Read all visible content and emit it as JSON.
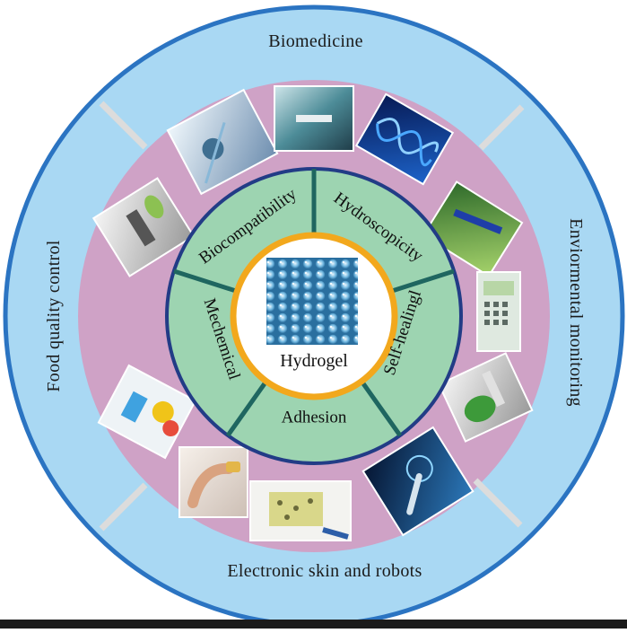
{
  "center": {
    "label": "Hydrogel"
  },
  "properties": [
    {
      "label": "Hydroscopicity"
    },
    {
      "label": "Self-healingl"
    },
    {
      "label": "Adhesion"
    },
    {
      "label": "Mechemical"
    },
    {
      "label": "Biocompatibility"
    }
  ],
  "applications": [
    {
      "label": "Biomedicine"
    },
    {
      "label": "Enviormental monitoring"
    },
    {
      "label": "Electronic skin and robots"
    },
    {
      "label": "Food quality control"
    }
  ],
  "colors": {
    "outer_ring": "#a9d8f3",
    "outer_border": "#2b74c2",
    "pink_ring": "#cfa2c6",
    "green_ring": "#9dd4b1",
    "green_border": "#1f6660",
    "inner_border": "#223c86",
    "gold_ring": "#f2a81d",
    "center_fill": "#ffffff"
  },
  "icons": [
    "hydrogel-beads-image",
    "surgery-photo",
    "dna-helix-image",
    "lab-tech-photo",
    "microscope-photo",
    "pipette-photo",
    "sensor-device-photo",
    "plant-sample-photo",
    "food-test-photo",
    "finger-sensor-photo",
    "flexible-circuit-photo",
    "robot-hand-image"
  ]
}
